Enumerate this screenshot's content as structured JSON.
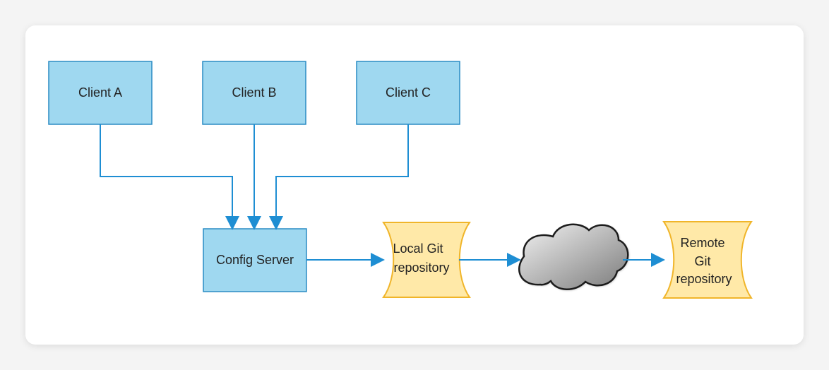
{
  "colors": {
    "box_fill": "#9fd8f0",
    "box_stroke": "#2a8cc4",
    "doc_fill": "#ffe9a8",
    "doc_stroke": "#f0b52a",
    "arrow": "#1e8ed3",
    "cloud_light": "#f2f2f2",
    "cloud_dark": "#7b7b7b"
  },
  "nodes": {
    "client_a": "Client A",
    "client_b": "Client B",
    "client_c": "Client C",
    "config_server": "Config Server",
    "local_git": [
      "Local Git",
      "repository"
    ],
    "remote_git": [
      "Remote",
      "Git",
      "repository"
    ]
  },
  "icons": {
    "cloud": "cloud-icon"
  }
}
